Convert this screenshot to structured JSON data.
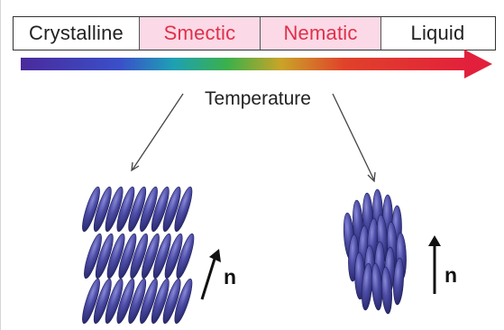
{
  "phases": [
    {
      "label": "Crystalline",
      "text_color": "#222222",
      "bg": "#ffffff"
    },
    {
      "label": "Smectic",
      "text_color": "#e0304a",
      "bg": "#fbd9e6"
    },
    {
      "label": "Nematic",
      "text_color": "#e0304a",
      "bg": "#fbd9e6"
    },
    {
      "label": "Liquid",
      "text_color": "#222222",
      "bg": "#ffffff"
    }
  ],
  "temperature_label": "Temperature",
  "director_label": "n",
  "colors": {
    "gradient_stops": [
      "#4a2a9c",
      "#3a4fc8",
      "#1ea0b4",
      "#3bb04a",
      "#c9a428",
      "#e0422a",
      "#e2203c"
    ],
    "molecule": "#3c3c8c",
    "molecule_light": "#6a6ac4"
  }
}
